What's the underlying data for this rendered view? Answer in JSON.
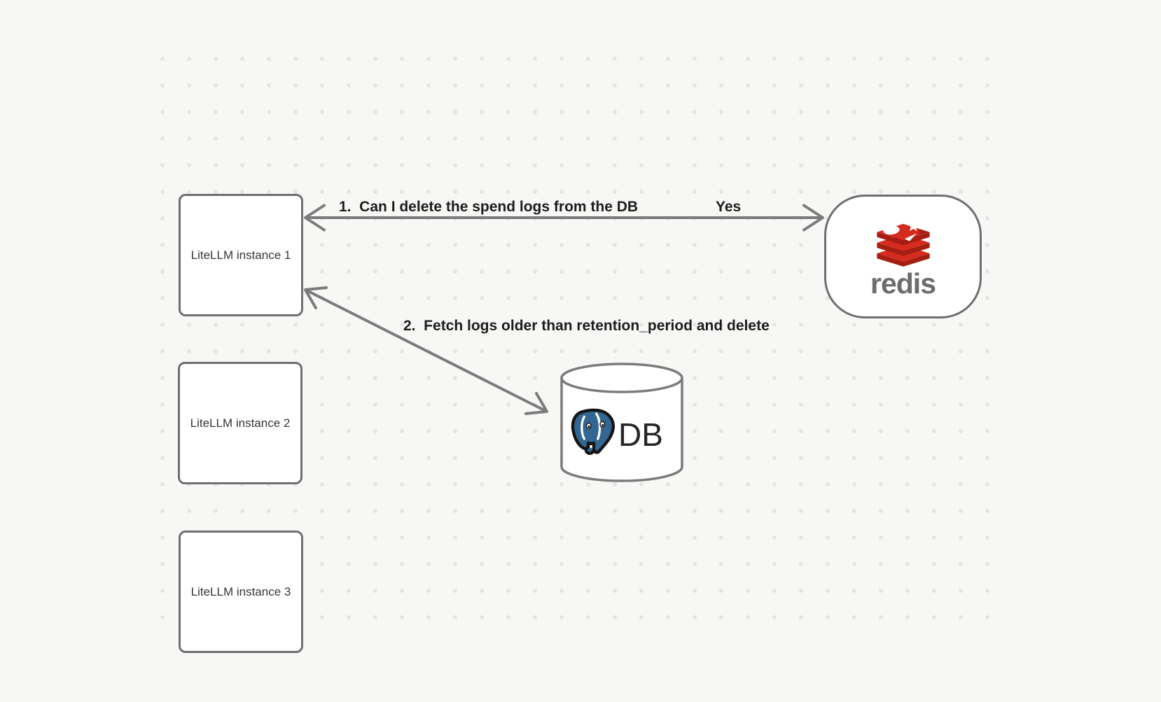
{
  "colors": {
    "bg": "#f7f7f6",
    "dot": "#e5e5e4",
    "box_border": "#6f6f6f",
    "stroke": "#7b7b7b",
    "label_text": "#1c1c1c",
    "box_text": "#363636",
    "redis_red": "#d62b1f",
    "redis_dark": "#a41e11",
    "redis_gray": "#6a6c6e",
    "pg_blue": "#336791",
    "pg_outline": "#151515",
    "db_text": "#262626"
  },
  "nodes": {
    "instances": [
      {
        "label": "LiteLLM instance 1"
      },
      {
        "label": "LiteLLM instance 2"
      },
      {
        "label": "LiteLLM instance 3"
      }
    ],
    "redis": {
      "wordmark": "redis",
      "logo_icon": "redis-cube-stack-icon"
    },
    "db": {
      "label": "DB",
      "logo_icon": "postgresql-elephant-icon"
    }
  },
  "edges": {
    "edge1": {
      "label": "1.  Can I delete the spend logs from the DB",
      "response": "Yes"
    },
    "edge2": {
      "label": "2.  Fetch logs older than retention_period and delete"
    }
  }
}
